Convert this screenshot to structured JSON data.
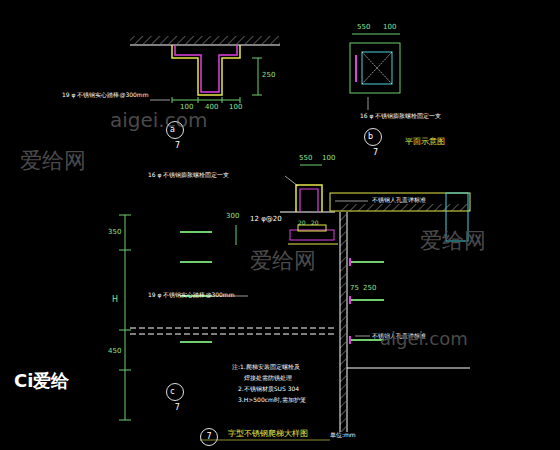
{
  "diagram": {
    "title": "字型不锈钢爬梯大样图",
    "nodes": [
      {
        "text": [
          "a",
          "7"
        ]
      },
      {
        "text": [
          "b",
          "7"
        ]
      },
      {
        "text": [
          "c",
          "7"
        ]
      },
      {
        "text": [
          "7"
        ]
      }
    ],
    "labels": [
      "250",
      "100",
      "400",
      "100",
      "19 φ 不锈钢实心踏棒@300mm",
      "550",
      "100",
      "16 φ 不锈钢膨胀螺栓固定一支",
      "平面示意图",
      "550",
      "100",
      "16 φ 不锈钢膨胀螺栓固定一支",
      "不锈钢人孔盖详标准",
      "12 φ@20",
      "300",
      "20",
      "20",
      "350",
      "H",
      "19 φ 不锈钢实心踏棒@300mm",
      "75",
      "250",
      "不锈钢人孔盖详标准",
      "450",
      "注:1.爬梯安装固定螺栓及",
      "焊接处需防锈处理",
      "2.不锈钢材质SUS 304",
      "3.H>500cm时,需加护笼",
      "单位:mm",
      "爱给网",
      "aigei.com",
      "爱给网",
      "aigei.com",
      "爱给网",
      "Ci爱给"
    ]
  }
}
